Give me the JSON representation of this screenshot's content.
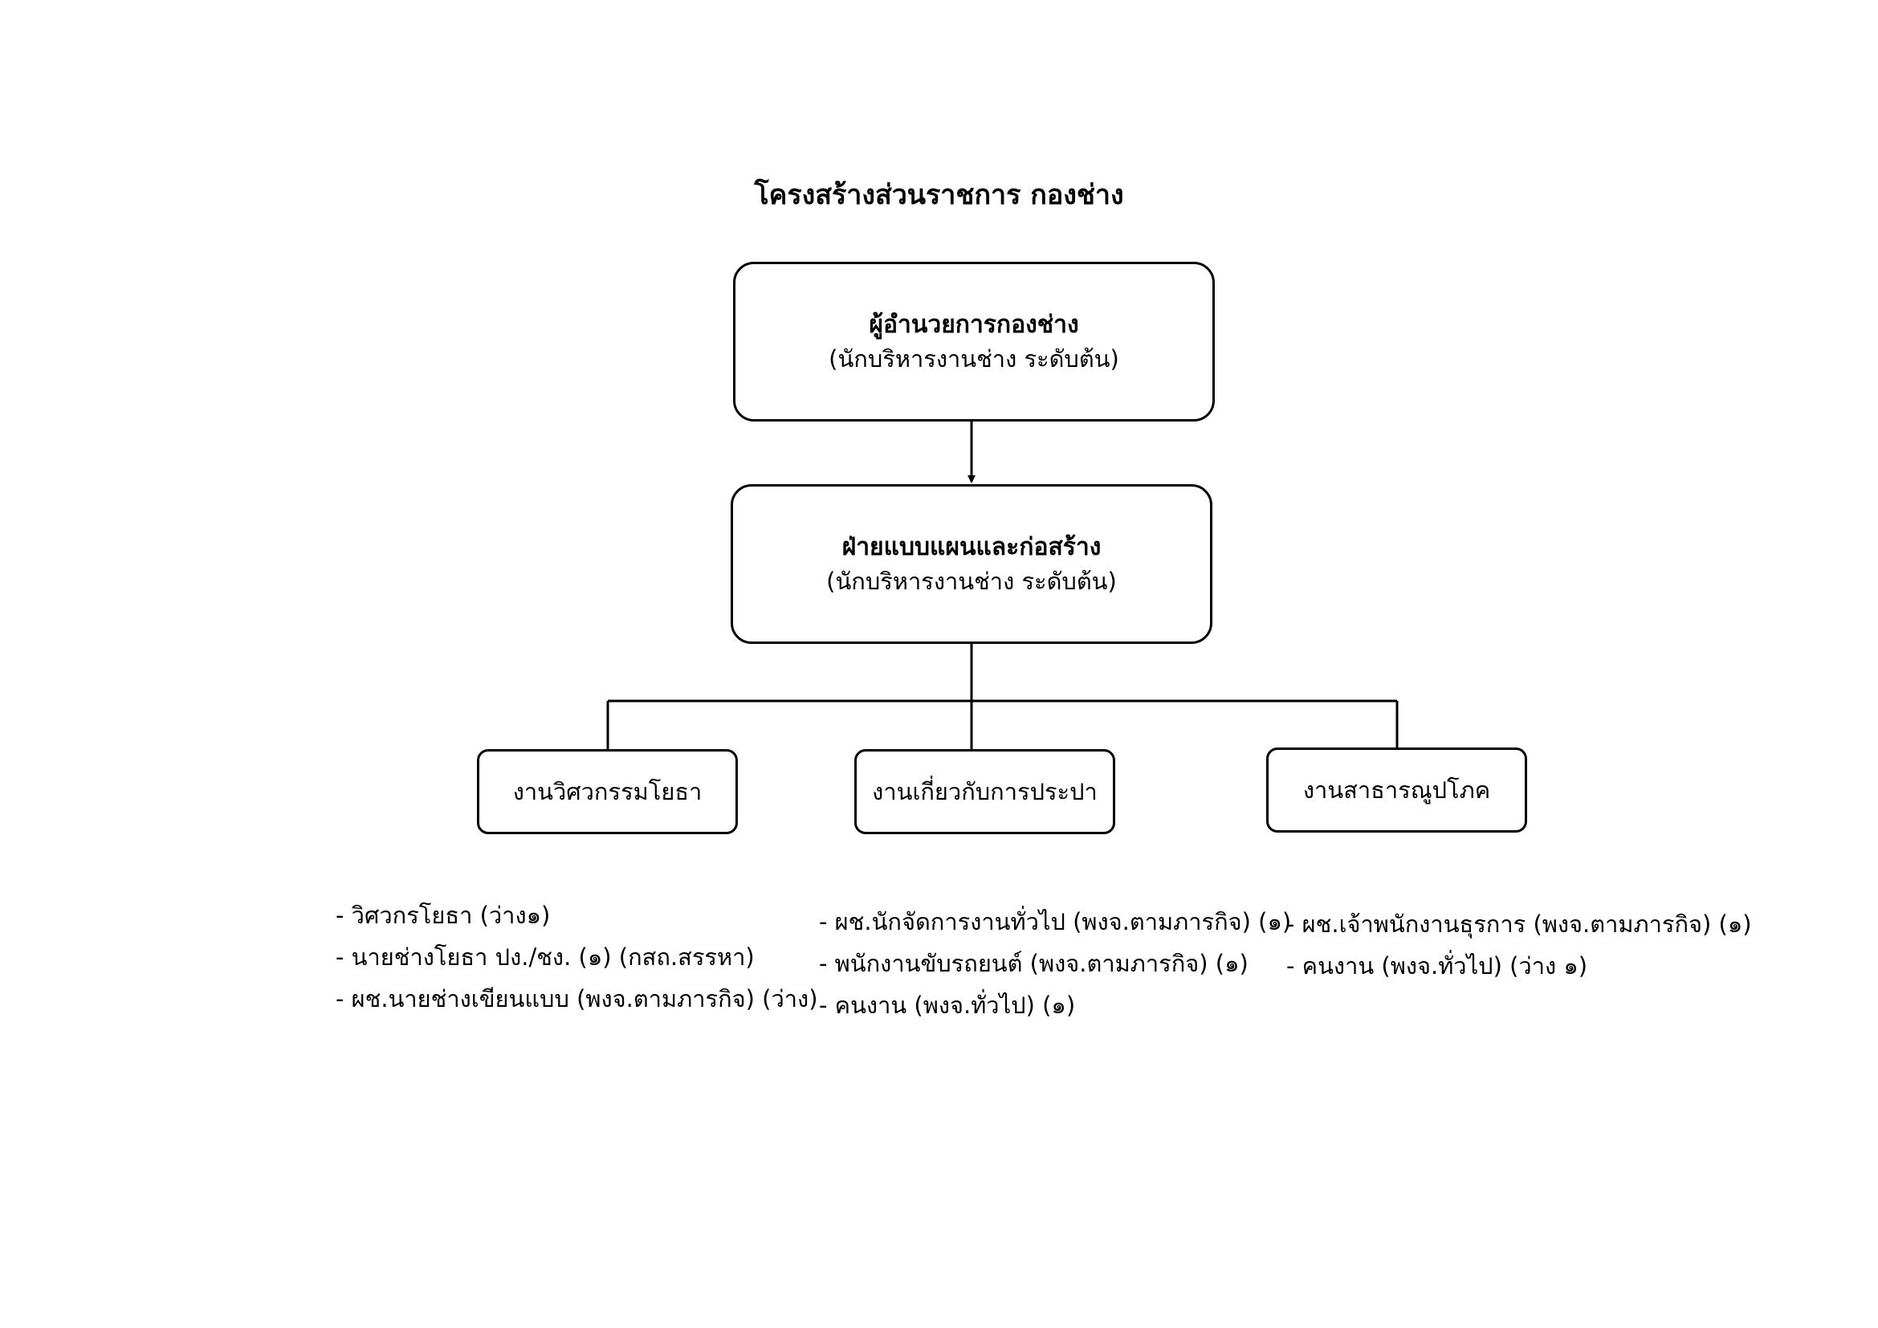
{
  "title": "โครงสร้างส่วนราชการ กองช่าง",
  "director": {
    "name": "ผู้อำนวยการกองช่าง",
    "level": "(นักบริหารงานช่าง ระดับต้น)"
  },
  "division": {
    "name": "ฝ่ายแบบแผนและก่อสร้าง",
    "level": "(นักบริหารงานช่าง ระดับต้น)"
  },
  "units": [
    {
      "name": "งานวิศวกรรมโยธา",
      "staff": [
        "- วิศวกรโยธา (ว่าง๑)",
        "- นายช่างโยธา ปง./ชง. (๑) (กสถ.สรรหา)",
        "- ผช.นายช่างเขียนแบบ (พงจ.ตามภารกิจ) (ว่าง)"
      ]
    },
    {
      "name": "งานเกี่ยวกับการประปา",
      "staff": [
        "- ผช.นักจัดการงานทั่วไป (พงจ.ตามภารกิจ) (๑)",
        "- พนักงานขับรถยนต์ (พงจ.ตามภารกิจ) (๑)",
        "- คนงาน (พงจ.ทั่วไป) (๑)"
      ]
    },
    {
      "name": "งานสาธารณูปโภค",
      "staff": [
        "- ผช.เจ้าพนักงานธุรการ (พงจ.ตามภารกิจ) (๑)",
        "- คนงาน (พงจ.ทั่วไป) (ว่าง ๑)"
      ]
    }
  ]
}
